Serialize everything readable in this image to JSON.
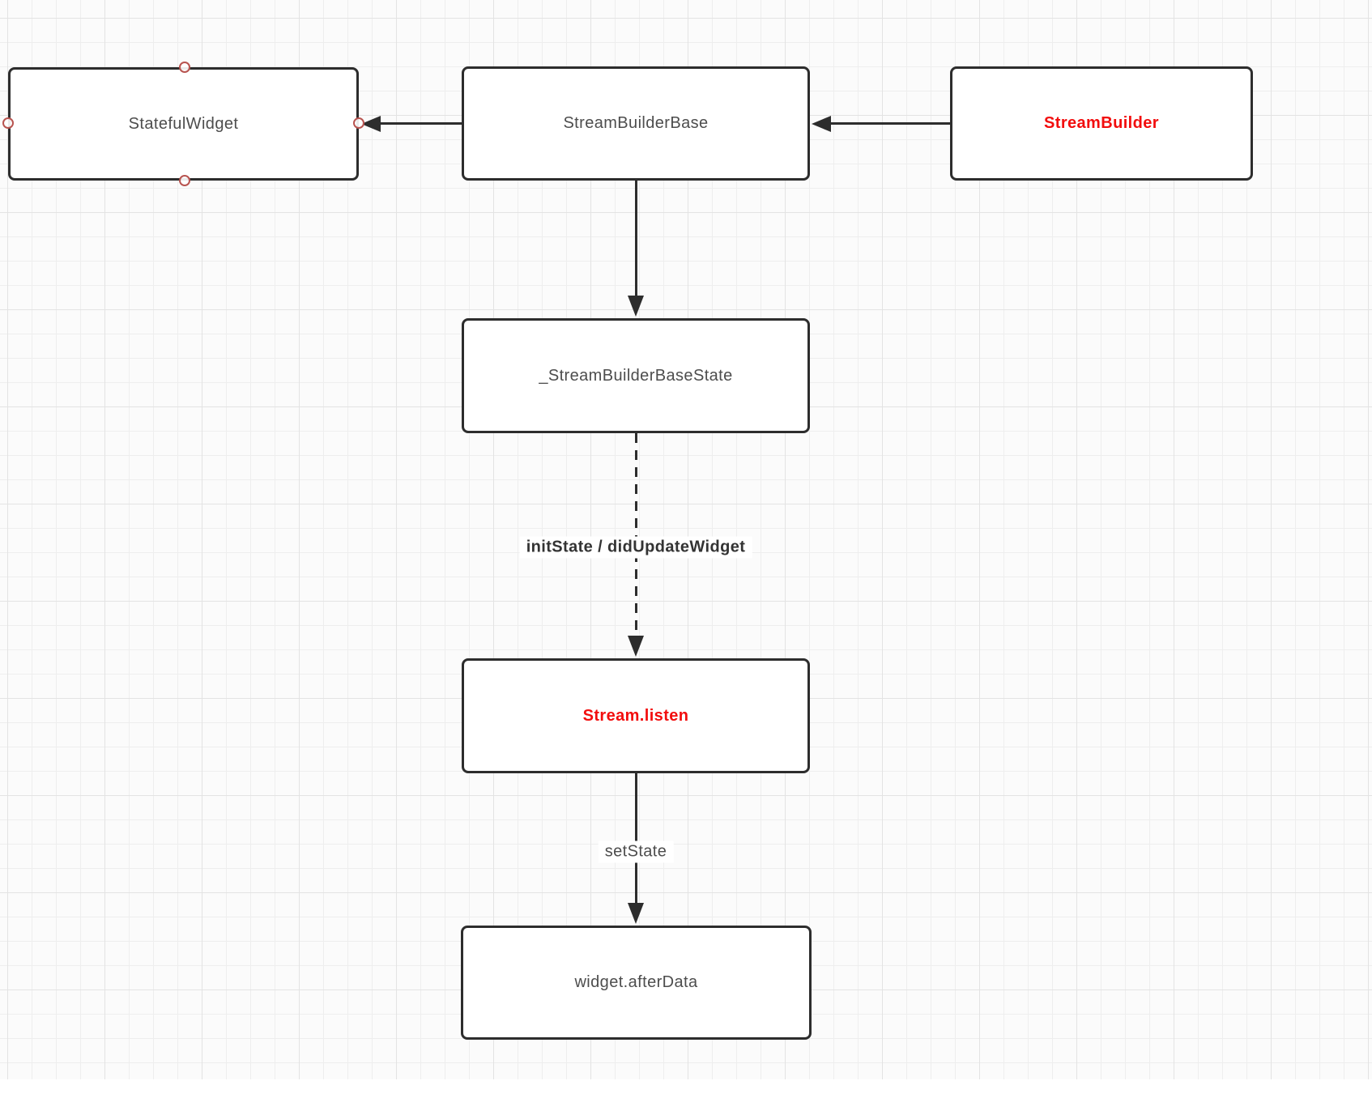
{
  "diagram": {
    "nodes": [
      {
        "label": "StatefulWidget",
        "emphasis": false
      },
      {
        "label": "StreamBuilderBase",
        "emphasis": false
      },
      {
        "label": "StreamBuilder",
        "emphasis": true
      },
      {
        "label": "_StreamBuilderBaseState",
        "emphasis": false
      },
      {
        "label": "Stream.listen",
        "emphasis": true
      },
      {
        "label": "widget.afterData",
        "emphasis": false
      }
    ],
    "edges": [
      {
        "from": "StreamBuilderBase",
        "to": "StatefulWidget",
        "style": "solid",
        "label": ""
      },
      {
        "from": "StreamBuilder",
        "to": "StreamBuilderBase",
        "style": "solid",
        "label": ""
      },
      {
        "from": "StreamBuilderBase",
        "to": "_StreamBuilderBaseState",
        "style": "solid",
        "label": ""
      },
      {
        "from": "_StreamBuilderBaseState",
        "to": "Stream.listen",
        "style": "dashed",
        "label": "initState / didUpdateWidget"
      },
      {
        "from": "Stream.listen",
        "to": "widget.afterData",
        "style": "solid",
        "label": "setState"
      }
    ],
    "connection_points": [
      "top",
      "left",
      "right",
      "bottom"
    ],
    "colors": {
      "accent_red": "#f20d0d",
      "node_border": "#2d2d2d",
      "node_text": "#4d4d4d",
      "edge_label_text": "#333333",
      "connection_point": "#b85450",
      "grid_line": "#eeeeee",
      "grid_line_major": "#e3e3e3",
      "canvas_bg": "#fbfbfb"
    }
  }
}
